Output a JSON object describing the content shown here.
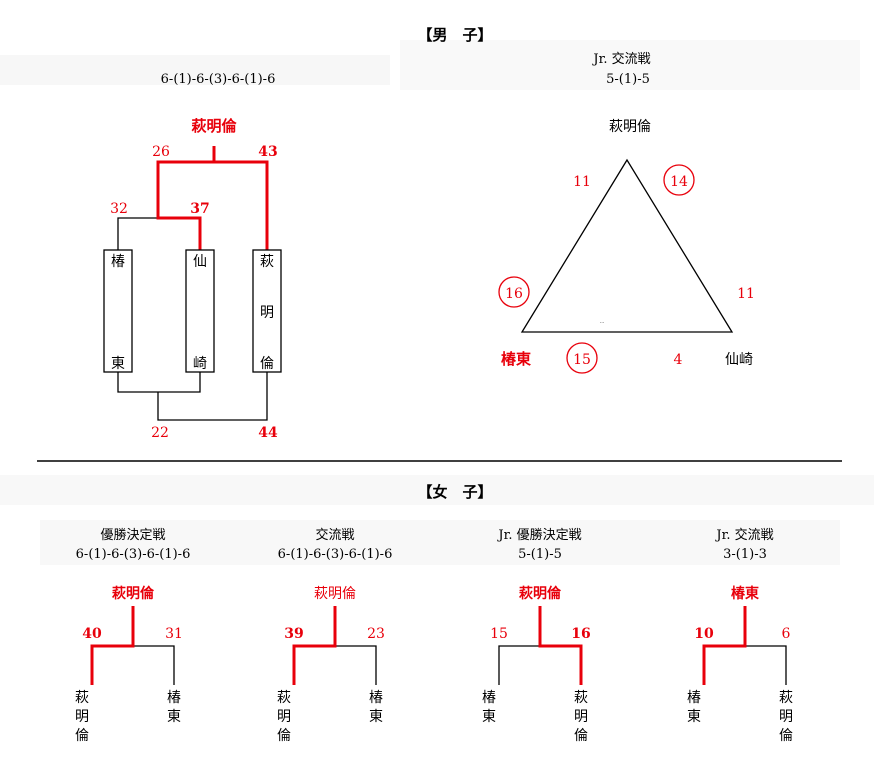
{
  "men": {
    "header": "【男　子】",
    "main_format": "6-(1)-6-(3)-6-(1)-6",
    "jr_title": "Jr. 交流戦",
    "jr_format": "5-(1)-5",
    "bracket": {
      "winner": "萩明倫",
      "teams": [
        "椿東",
        "仙崎",
        "萩明倫"
      ],
      "scores": {
        "final_left": "26",
        "final_right": "43",
        "semi_left": "32",
        "semi_right": "37",
        "bottom_left": "22",
        "bottom_right": "44"
      }
    },
    "triangle": {
      "top": "萩明倫",
      "left": "椿東",
      "right": "仙崎",
      "score_top_left": "11",
      "score_top_right": "14",
      "score_left_upper": "16",
      "score_right_upper": "11",
      "score_bottom_left": "15",
      "score_bottom_right": "4",
      "center_mark": "..."
    }
  },
  "women": {
    "header": "【女　子】",
    "matches": [
      {
        "title": "優勝決定戦",
        "format": "6-(1)-6-(3)-6-(1)-6",
        "winner": "萩明倫",
        "left_team": "萩明倫",
        "right_team": "椿東",
        "left_score": "40",
        "right_score": "31",
        "winner_side": "left"
      },
      {
        "title": "交流戦",
        "format": "6-(1)-6-(3)-6-(1)-6",
        "winner": "萩明倫",
        "left_team": "萩明倫",
        "right_team": "椿東",
        "left_score": "39",
        "right_score": "23",
        "winner_side": "left"
      },
      {
        "title": "Jr. 優勝決定戦",
        "format": "5-(1)-5",
        "winner": "萩明倫",
        "left_team": "椿東",
        "right_team": "萩明倫",
        "left_score": "15",
        "right_score": "16",
        "winner_side": "right"
      },
      {
        "title": "Jr. 交流戦",
        "format": "3-(1)-3",
        "winner": "椿東",
        "left_team": "椿東",
        "right_team": "萩明倫",
        "left_score": "10",
        "right_score": "6",
        "winner_side": "left"
      }
    ]
  },
  "colors": {
    "win": "#e8000b",
    "line": "#000000"
  }
}
